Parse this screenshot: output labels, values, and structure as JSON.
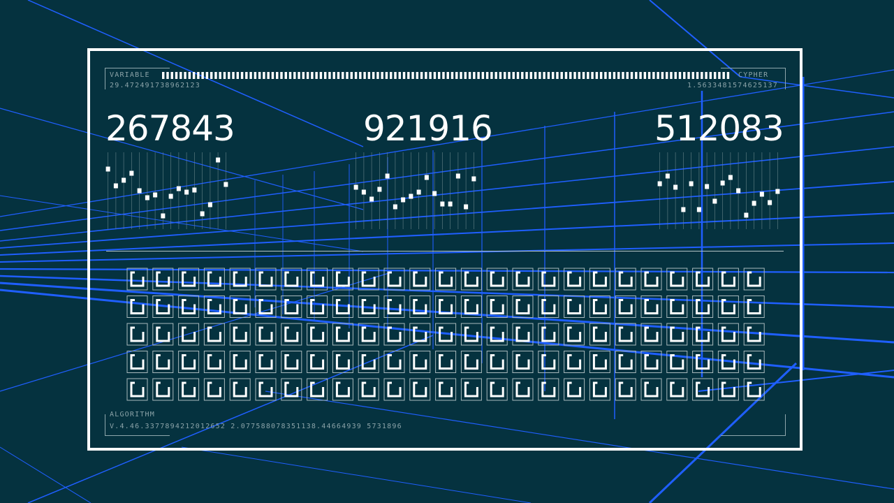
{
  "colors": {
    "background": "#05323f",
    "grid_line": "#1f5fff",
    "frame": "#ffffff",
    "dim_text": "#8ba3a8",
    "value_text": "#ffffff"
  },
  "header": {
    "left_label": "VARIABLE",
    "left_value": "29.472491738962123",
    "right_label": "CYPHER",
    "right_value": "1.5633481574625137",
    "tick_bar_count": 130
  },
  "footer": {
    "label": "ALGORITHM",
    "value": "V.4.46.3377894212012652 2.077588078351138.44664939 5731896"
  },
  "readouts": [
    {
      "value": "267843"
    },
    {
      "value": "921916"
    },
    {
      "value": "512083"
    }
  ],
  "icon_grid": {
    "rows": 5,
    "cols": 25,
    "icon": "bracket-square-icon"
  },
  "chart_data": [
    {
      "type": "scatter",
      "title": "267843",
      "x": [
        1,
        2,
        3,
        4,
        5,
        6,
        7,
        8,
        9,
        10,
        11,
        12,
        13,
        14,
        15,
        16
      ],
      "values": [
        86,
        62,
        70,
        80,
        55,
        45,
        49,
        19,
        47,
        58,
        53,
        56,
        22,
        35,
        99,
        64
      ],
      "ylim": [
        0,
        110
      ],
      "grid": "vertical"
    },
    {
      "type": "scatter",
      "title": "921916",
      "x": [
        1,
        2,
        3,
        4,
        5,
        6,
        7,
        8,
        9,
        10,
        11,
        12,
        13,
        14,
        15,
        16
      ],
      "values": [
        60,
        53,
        43,
        57,
        76,
        32,
        42,
        47,
        53,
        74,
        51,
        36,
        36,
        76,
        32,
        72
      ],
      "ylim": [
        0,
        110
      ],
      "grid": "vertical"
    },
    {
      "type": "scatter",
      "title": "512083",
      "x": [
        1,
        2,
        3,
        4,
        5,
        6,
        7,
        8,
        9,
        10,
        11,
        12,
        13,
        14,
        15,
        16
      ],
      "values": [
        65,
        76,
        60,
        28,
        65,
        28,
        61,
        40,
        66,
        74,
        55,
        20,
        37,
        50,
        38,
        54
      ],
      "ylim": [
        0,
        110
      ],
      "grid": "vertical"
    }
  ]
}
